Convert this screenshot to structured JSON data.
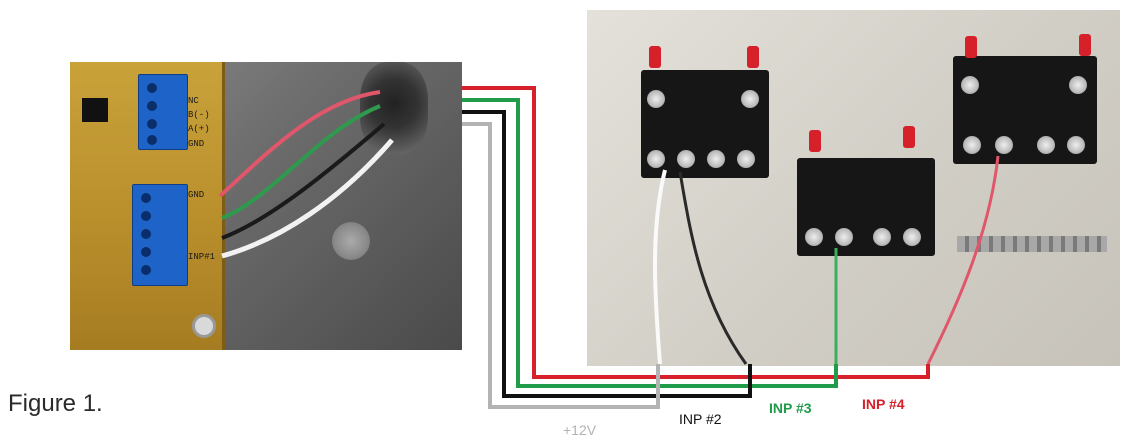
{
  "figure": {
    "caption": "Figure 1."
  },
  "pcb_labels": [
    "NC",
    "B(-)",
    "A(+)",
    "GND",
    "GND",
    "INP#1"
  ],
  "wires": [
    {
      "label": "+12V",
      "color": "#b3b3b3"
    },
    {
      "label": "INP #2",
      "color": "#111111"
    },
    {
      "label": "INP #3",
      "color": "#1f9b4a"
    },
    {
      "label": "INP #4",
      "color": "#d6202a"
    }
  ]
}
